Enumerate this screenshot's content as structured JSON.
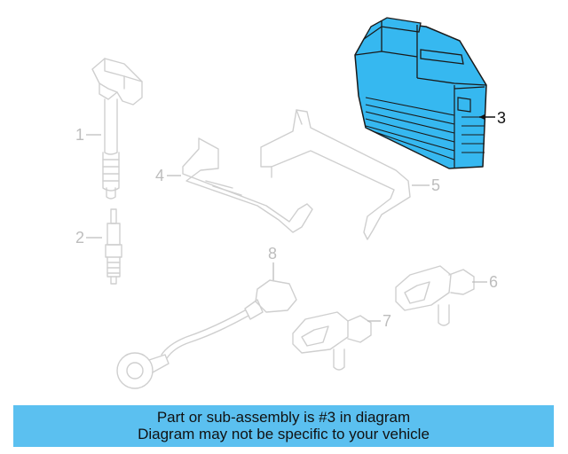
{
  "diagram": {
    "callouts": [
      {
        "id": "1",
        "label": "1"
      },
      {
        "id": "2",
        "label": "2"
      },
      {
        "id": "3",
        "label": "3",
        "highlighted": true
      },
      {
        "id": "4",
        "label": "4"
      },
      {
        "id": "5",
        "label": "5"
      },
      {
        "id": "6",
        "label": "6"
      },
      {
        "id": "7",
        "label": "7"
      },
      {
        "id": "8",
        "label": "8"
      }
    ],
    "colors": {
      "highlight_fill": "#36b8f0",
      "highlight_stroke": "#1a1a1a",
      "part_stroke": "#cfcfcf",
      "banner": "#5bc0f0"
    }
  },
  "banner": {
    "line1": "Part or sub-assembly is #3 in diagram",
    "line2": "Diagram may not be specific to your vehicle"
  }
}
